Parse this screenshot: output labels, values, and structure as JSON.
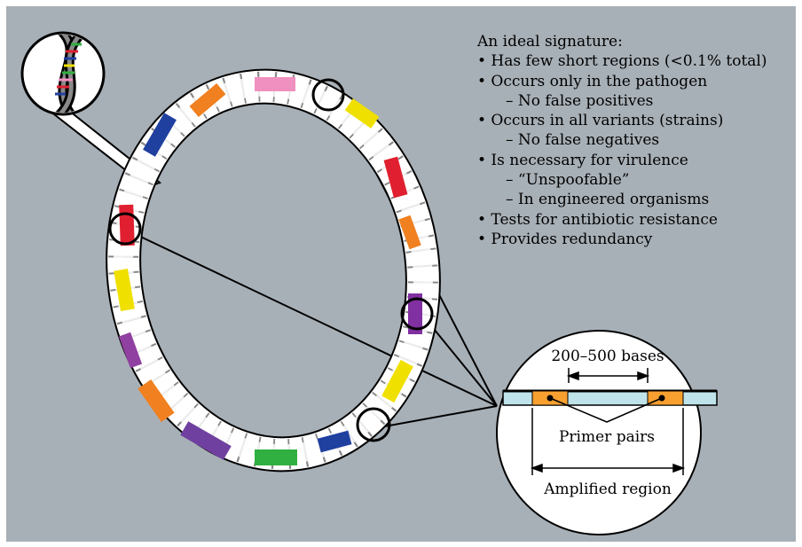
{
  "signature": {
    "title": "An ideal signature:",
    "items": [
      {
        "text": "• Has few short regions (<0.1% total)",
        "sub": false
      },
      {
        "text": "• Occurs only in the pathogen",
        "sub": false
      },
      {
        "text": "– No false positives",
        "sub": true
      },
      {
        "text": "• Occurs in all variants (strains)",
        "sub": false
      },
      {
        "text": "– No false negatives",
        "sub": true
      },
      {
        "text": "• Is necessary for virulence",
        "sub": false
      },
      {
        "text": "– “Unspoofable”",
        "sub": true
      },
      {
        "text": "– In engineered organisms",
        "sub": true
      },
      {
        "text": "• Tests for antibiotic resistance",
        "sub": false
      },
      {
        "text": "• Provides redundancy",
        "sub": false
      }
    ]
  },
  "detail": {
    "bases_label": "200–500 bases",
    "primer_label": "Primer pairs",
    "amplified_label": "Amplified region"
  },
  "colors": {
    "background": "#a8b0b7",
    "rope": "#ffffff",
    "strand": "#bfe3ea",
    "primer": "#f7a030"
  },
  "segments": [
    {
      "color": "#f090c0"
    },
    {
      "color": "#f0e000"
    },
    {
      "color": "#e02030"
    },
    {
      "color": "#f08020"
    },
    {
      "color": "#8030a0"
    },
    {
      "color": "#f0e000"
    },
    {
      "color": "#2040a0"
    },
    {
      "color": "#30b040"
    },
    {
      "color": "#7040a0"
    },
    {
      "color": "#f08020"
    },
    {
      "color": "#9040a0"
    },
    {
      "color": "#f0e000"
    },
    {
      "color": "#e02030"
    },
    {
      "color": "#2040a0"
    },
    {
      "color": "#f08020"
    }
  ]
}
